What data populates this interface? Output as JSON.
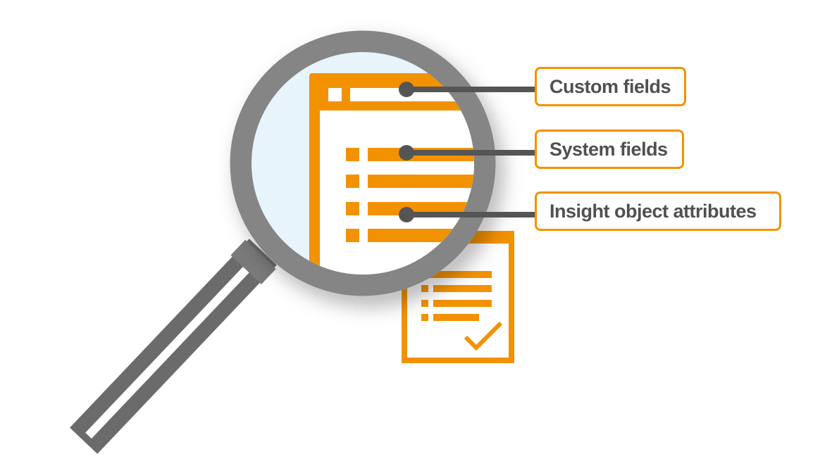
{
  "labels": {
    "custom_fields": "Custom fields",
    "system_fields": "System fields",
    "insight_attributes": "Insight object attributes"
  },
  "colors": {
    "accent": "#f39200",
    "ring": "#858585",
    "handle": "#6b6b6b",
    "connector": "#555555",
    "lens": "#e8f4fc"
  }
}
